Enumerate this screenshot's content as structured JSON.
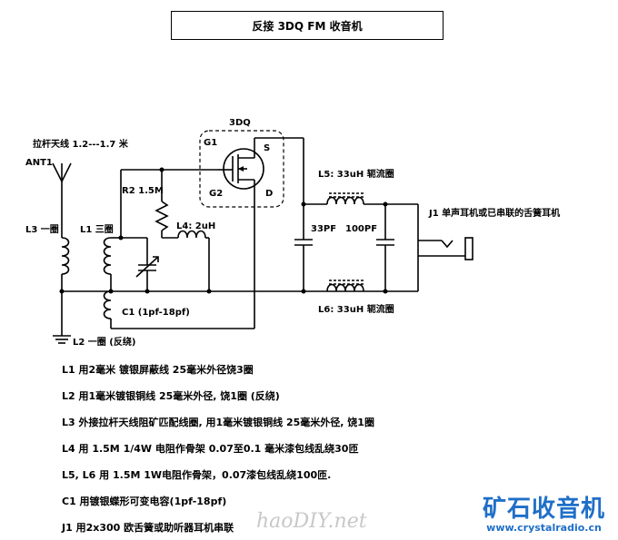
{
  "title": "反接 3DQ FM 收音机",
  "labels": {
    "transistor": "3DQ",
    "g1": "G1",
    "g2": "G2",
    "s": "S",
    "d": "D",
    "antenna_range": "拉杆天线 1.2---1.7 米",
    "ant1": "ANT1",
    "r2": "R2 1.5M",
    "l4": "L4: 2uH",
    "l3": "L3 一圈",
    "l1": "L1 三圈",
    "c1": "C1 (1pf-18pf)",
    "l2": "L2 一圈 (反绕)",
    "l5": "L5: 33uH 轭流圈",
    "l6": "L6: 33uH 轭流圈",
    "c33": "33PF",
    "c100": "100PF",
    "j1": "J1 单声耳机或已串联的舌簧耳机"
  },
  "notes": [
    "L1 用2毫米 镀银屏蔽线 25毫米外径饶3圈",
    "L2 用1毫米镀银铜线 25毫米外径, 饶1圈 (反绕)",
    "L3 外接拉杆天线阻矿匹配线圈, 用1毫米镀银铜线 25毫米外径, 饶1圈",
    "L4 用 1.5M 1/4W 电阻作骨架 0.07至0.1 毫米漆包线乱绕30匝",
    "L5, L6 用 1.5M 1W电阻作骨架，0.07漆包线乱绕100匝.",
    "C1 用镀银蝶形可变电容(1pf-18pf)",
    "J1 用2x300 欧舌簧或助听器耳机串联"
  ],
  "brand": {
    "title": "矿石收音机",
    "url": "www.crystalradio.cn"
  },
  "watermark": "haoDIY.net"
}
